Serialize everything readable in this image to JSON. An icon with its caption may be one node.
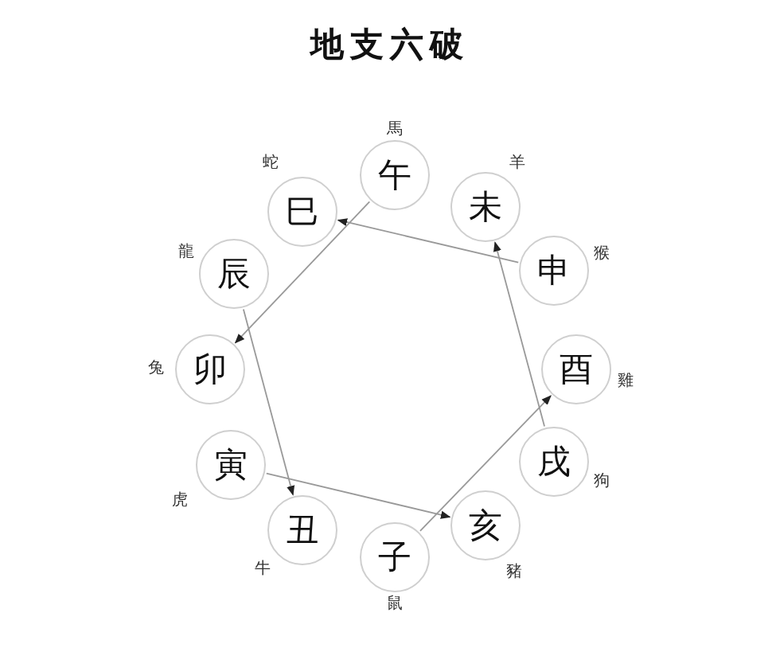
{
  "diagram": {
    "title": "地支六破",
    "nodes": [
      {
        "text": [
          "子"
        ],
        "beside": [
          "鼠"
        ]
      },
      {
        "text": [
          "丑"
        ],
        "beside": [
          "牛"
        ]
      },
      {
        "text": [
          "寅"
        ],
        "beside": [
          "虎"
        ]
      },
      {
        "text": [
          "卯"
        ],
        "beside": [
          "兔"
        ]
      },
      {
        "text": [
          "辰"
        ],
        "beside": [
          "龍"
        ]
      },
      {
        "text": [
          "巳"
        ],
        "beside": [
          "蛇"
        ]
      },
      {
        "text": [
          "午"
        ],
        "beside": [
          "馬"
        ]
      },
      {
        "text": [
          "未"
        ],
        "beside": [
          "羊"
        ]
      },
      {
        "text": [
          "申"
        ],
        "beside": [
          "猴"
        ]
      },
      {
        "text": [
          "酉"
        ],
        "beside": [
          "雞"
        ]
      },
      {
        "text": [
          "戌"
        ],
        "beside": [
          "狗"
        ]
      },
      {
        "text": [
          "亥"
        ],
        "beside": [
          "豬"
        ]
      }
    ],
    "edges": [
      {
        "from": 8,
        "to": 5,
        "arrow": "to"
      },
      {
        "from": 6,
        "to": 3,
        "arrow": "to"
      },
      {
        "from": 4,
        "to": 1,
        "arrow": "to"
      },
      {
        "from": 2,
        "to": 11,
        "arrow": "to"
      },
      {
        "from": 0,
        "to": 9,
        "arrow": "to"
      },
      {
        "from": 10,
        "to": 7,
        "arrow": "to"
      }
    ]
  }
}
